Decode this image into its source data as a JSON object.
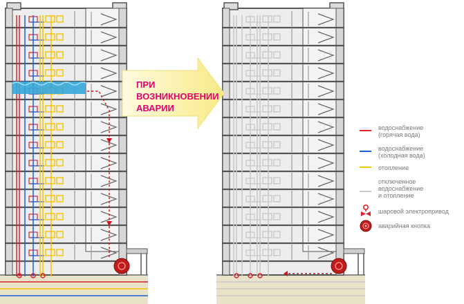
{
  "colors": {
    "hot_water": "#e0202a",
    "cold_water": "#1f5fd6",
    "heating": "#f5c400",
    "disabled": "#c8c8c8",
    "accent": "#e4006e",
    "arrow": "#fbf3a0",
    "flood": "#35a6d8"
  },
  "icons": {
    "valve": "ball-valve-actuator-icon",
    "button": "emergency-button-icon"
  },
  "caption": {
    "lines": [
      "ПРИ",
      "ВОЗНИКНОВЕНИИ",
      "АВАРИИ"
    ]
  },
  "legend": {
    "hot_water": [
      "водоснабжение",
      "(горячая вода)"
    ],
    "cold_water": [
      "водоснабжение",
      "(холодная вода)"
    ],
    "heating": [
      "отопление"
    ],
    "disabled": [
      "отключенное",
      "водоснабжение",
      "и отопление"
    ],
    "valve": [
      "шаровой электропривод"
    ],
    "button": [
      "аварийная кнопка"
    ]
  }
}
